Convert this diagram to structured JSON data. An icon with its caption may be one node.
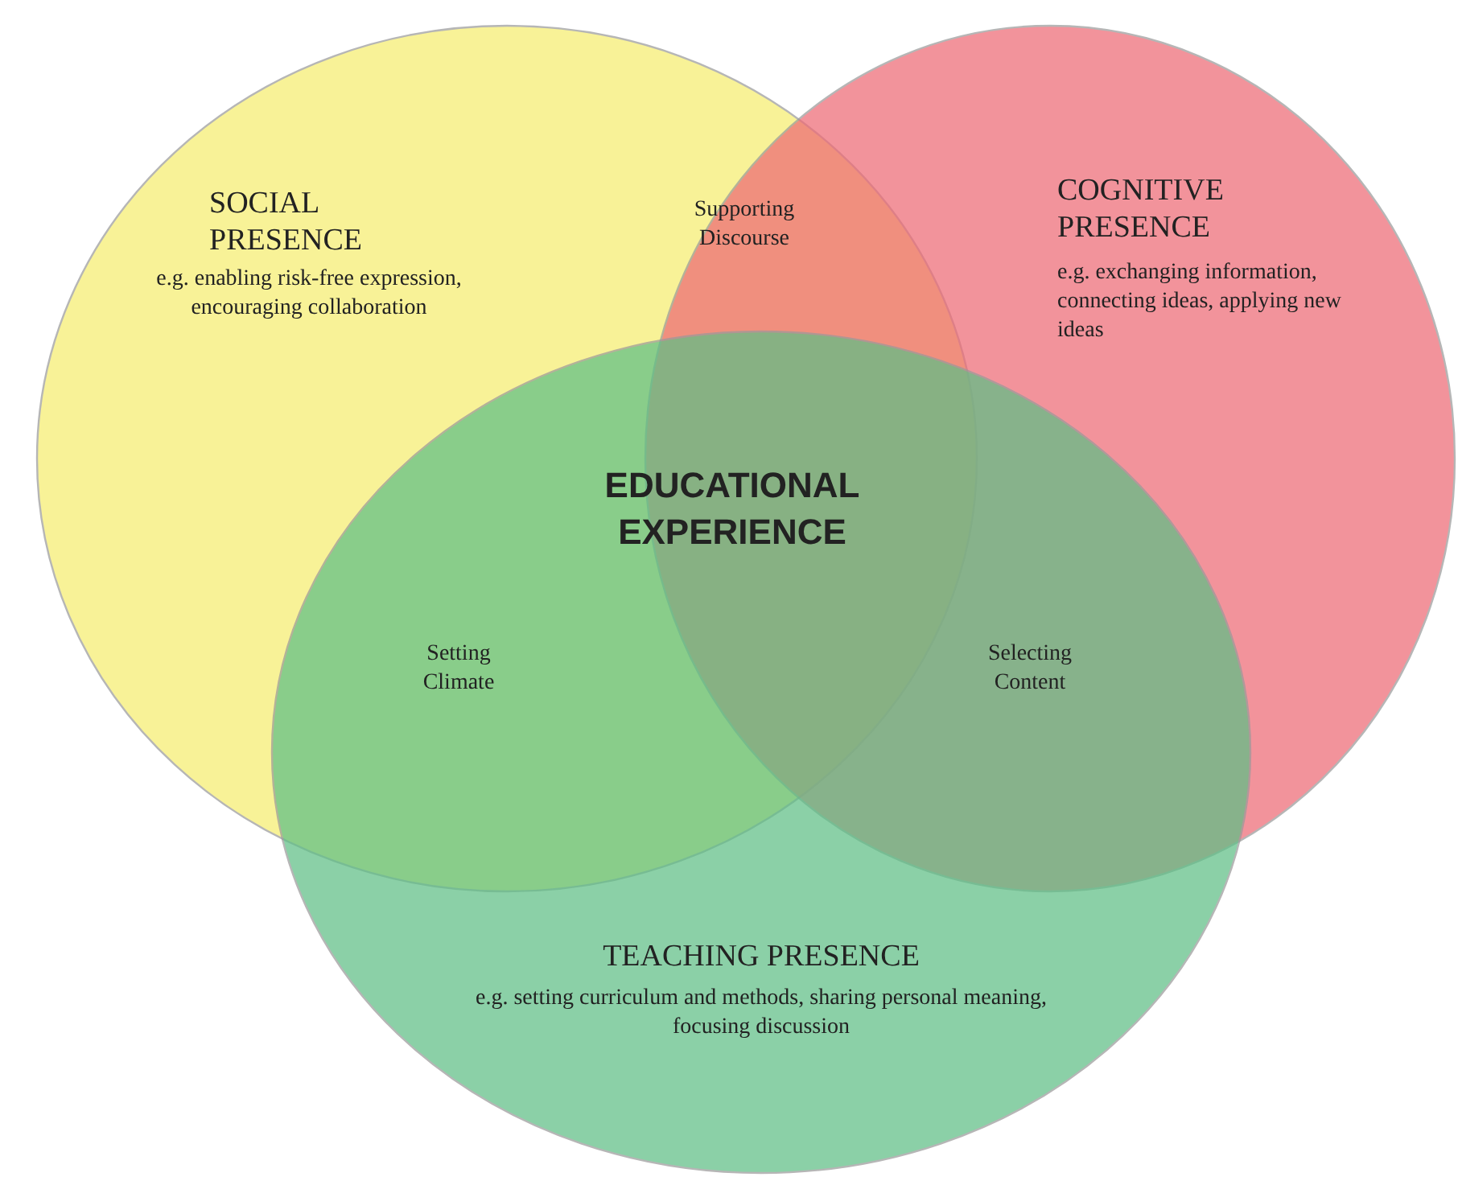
{
  "diagram": {
    "nodes": [
      {
        "text": [
          "SOCIAL PRESENCE",
          "e.g. enabling risk-free expression, encouraging collaboration"
        ]
      },
      {
        "text": [
          "COGNITIVE PRESENCE",
          "e.g. exchanging information, connecting ideas, applying new ideas"
        ]
      },
      {
        "text": [
          "TEACHING PRESENCE",
          "e.g. setting curriculum and methods, sharing personal meaning, focusing discussion"
        ]
      }
    ],
    "labels": [
      "Supporting Discourse",
      "EDUCATIONAL EXPERIENCE",
      "Setting Climate",
      "Selecting Content"
    ]
  }
}
